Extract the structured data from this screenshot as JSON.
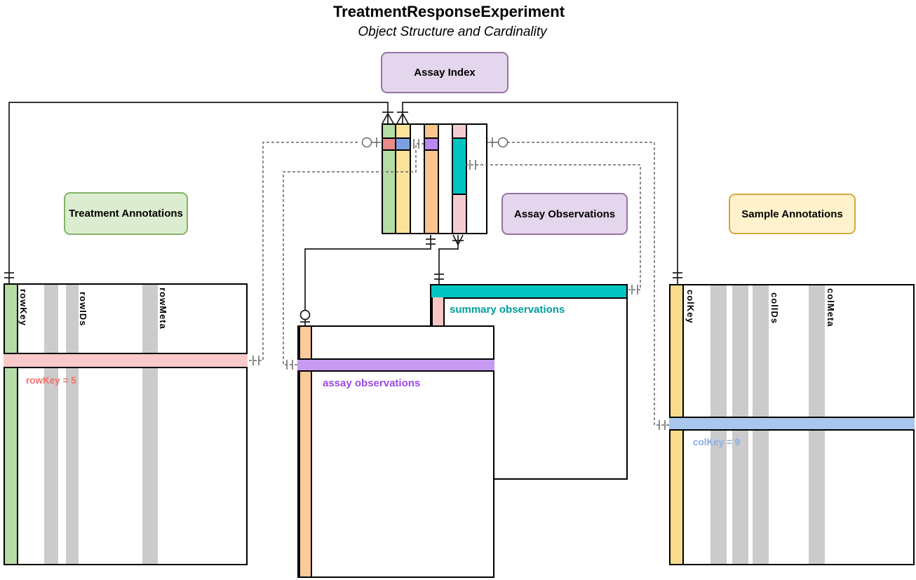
{
  "title": {
    "main": "TreatmentResponseExperiment",
    "subtitle": "Object Structure and Cardinality"
  },
  "nodes": {
    "assay_index": {
      "label": "Assay Index",
      "fill": "#E4D6EC",
      "border": "#9673A6"
    },
    "treatment_annotations": {
      "label": "Treatment Annotations",
      "fill": "#DCECD0",
      "border": "#82B366"
    },
    "assay_observations": {
      "label": "Assay Observations",
      "fill": "#E4D6EC",
      "border": "#9673A6"
    },
    "sample_annotations": {
      "label": "Sample Annotations",
      "fill": "#FFF2CC",
      "border": "#D1A943"
    }
  },
  "assay_index_matrix": {
    "column_fills": [
      "#B6DCA6",
      "#FBE29B",
      "#FFFFFF",
      "#F9C48F",
      "#FFFFFF",
      "#F4CDD3",
      "#FFFFFF"
    ],
    "row_key_cell": "#E98B8B",
    "col_key_cell": "#7C9FE1",
    "assay_cell": "#BC87F0",
    "summary_cell": "#00C5C0"
  },
  "treatment_table": {
    "columns": [
      "rowKey",
      "rowIDs",
      "rowMeta"
    ],
    "key_column_fill": "#B6DCA6",
    "highlight": {
      "label": "rowKey = 5",
      "fill": "#FAC9C9",
      "text_color": "#F4706B"
    }
  },
  "sample_table": {
    "columns": [
      "colKey",
      "colIDs",
      "colMeta"
    ],
    "key_column_fill": "#F7DC8F",
    "highlight": {
      "label": "colKey = 9",
      "fill": "#A9C6EC",
      "text_color": "#8AAEE6"
    }
  },
  "summary_table": {
    "label": "summary observations",
    "header_fill": "#00C5C0",
    "label_color": "#009E9A",
    "key_column_fill": "#F6C6C6"
  },
  "assay_table": {
    "label": "assay observations",
    "row_fill": "#C79AF2",
    "label_color": "#9B4AEA",
    "key_column_fill": "#FBCA9B"
  },
  "colors": {
    "stripe": "#CBCBCB",
    "connector": "#1A1A1A",
    "connector_dashed": "#666666"
  }
}
